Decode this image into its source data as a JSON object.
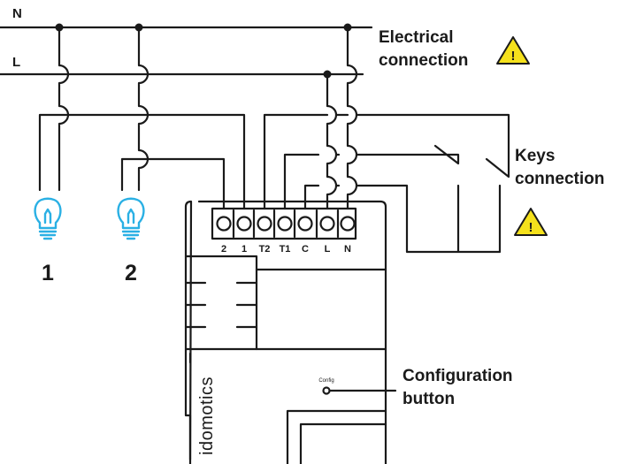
{
  "lines": {
    "neutral": "N",
    "live": "L"
  },
  "labels": {
    "electrical_line1": "Electrical",
    "electrical_line2": "connection",
    "keys_line1": "Keys",
    "keys_line2": "connection",
    "config_line1": "Configuration",
    "config_line2": "button"
  },
  "lamps": {
    "lamp1": "1",
    "lamp2": "2"
  },
  "terminals": [
    "2",
    "1",
    "T2",
    "T1",
    "C",
    "L",
    "N"
  ],
  "device": {
    "brand": "idomotics",
    "config_small": "Config"
  },
  "warning": {
    "symbol": "!",
    "color": "#f5e11c"
  },
  "colors": {
    "wire": "#1a1a1a",
    "bulb": "#2ab0e4"
  }
}
